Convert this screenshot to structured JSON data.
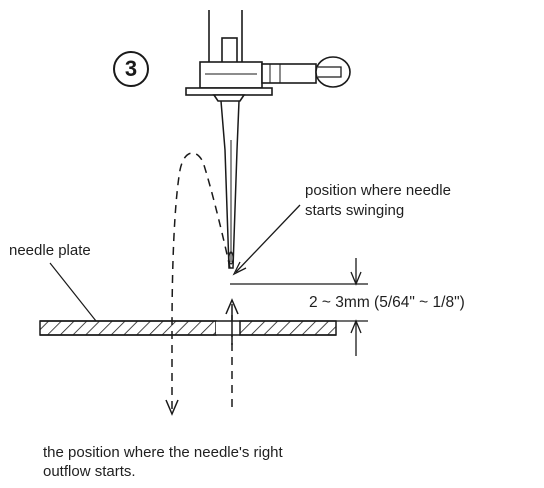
{
  "step_number": "3",
  "labels": {
    "swing_position": [
      "position where needle",
      "starts swinging"
    ],
    "needle_plate": "needle plate",
    "clearance": "2 ~ 3mm (5/64\" ~ 1/8\")",
    "outflow": [
      "the position where the needle's right",
      "outflow starts."
    ]
  },
  "colors": {
    "ink": "#1a1a1a",
    "background": "#ffffff"
  }
}
